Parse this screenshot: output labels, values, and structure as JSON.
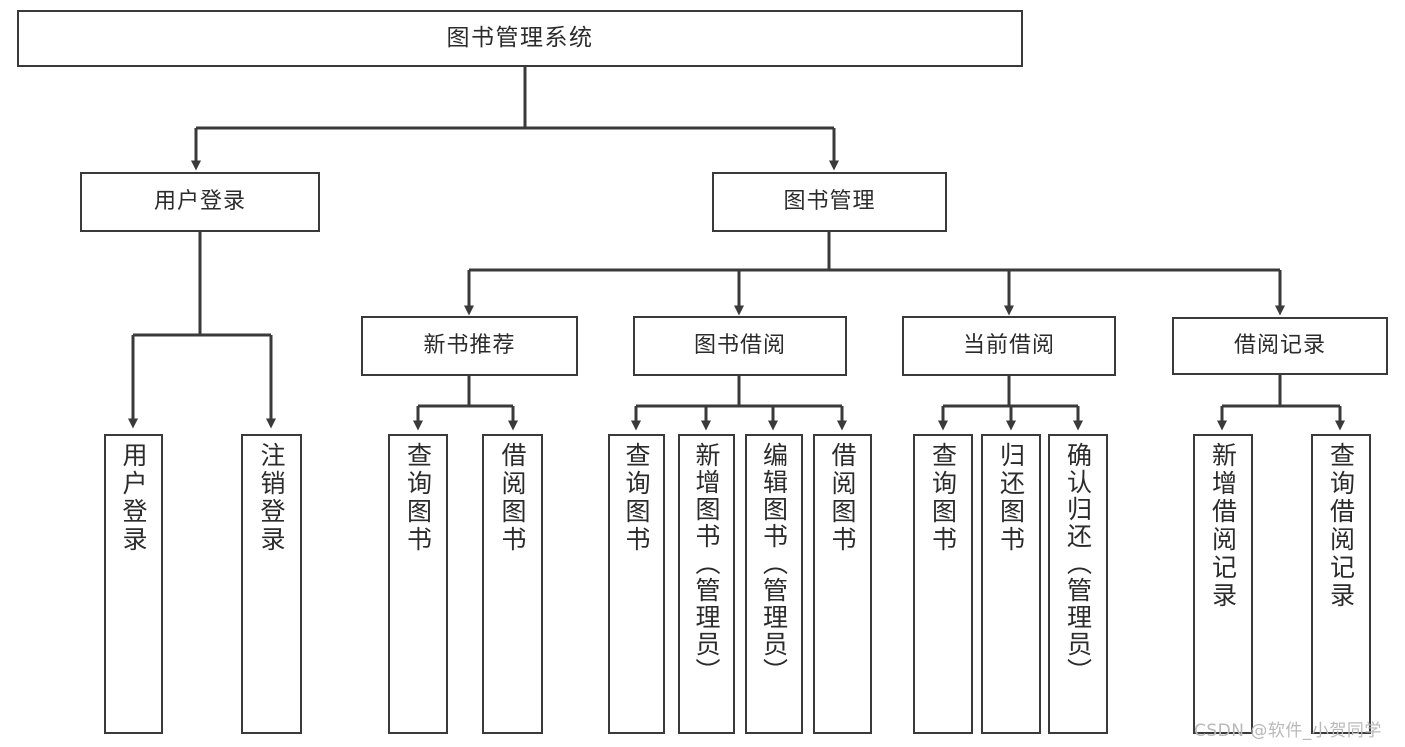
{
  "diagram": {
    "type": "tree-hierarchy-chart",
    "title": "图书管理系统",
    "watermark": "CSDN @软件_小贺同学",
    "colors": {
      "stroke": "#3a3a3a",
      "fill": "#ffffff",
      "text": "#2b2b2b",
      "watermark": "#b9b9b9",
      "background": "#ffffff"
    },
    "nodes": {
      "root": {
        "label": "图书管理系统"
      },
      "level1": [
        {
          "id": "user-login",
          "label": "用户登录"
        },
        {
          "id": "book-manage",
          "label": "图书管理"
        }
      ],
      "level2": [
        {
          "id": "new-book-rec",
          "label": "新书推荐"
        },
        {
          "id": "book-borrow",
          "label": "图书借阅"
        },
        {
          "id": "current-borrow",
          "label": "当前借阅"
        },
        {
          "id": "borrow-record",
          "label": "借阅记录"
        }
      ],
      "leaves": {
        "user_login": [
          {
            "id": "leaf-user-login",
            "label": "用户登录"
          },
          {
            "id": "leaf-logout",
            "label": "注销登录"
          }
        ],
        "new_book_rec": [
          {
            "id": "leaf-query-book-1",
            "label": "查询图书"
          },
          {
            "id": "leaf-borrow-book-1",
            "label": "借阅图书"
          }
        ],
        "book_borrow": [
          {
            "id": "leaf-query-book-2",
            "label": "查询图书"
          },
          {
            "id": "leaf-add-book",
            "label": "新增图书（管理员）"
          },
          {
            "id": "leaf-edit-book",
            "label": "编辑图书（管理员）"
          },
          {
            "id": "leaf-borrow-book-2",
            "label": "借阅图书"
          }
        ],
        "current_borrow": [
          {
            "id": "leaf-query-book-3",
            "label": "查询图书"
          },
          {
            "id": "leaf-return-book",
            "label": "归还图书"
          },
          {
            "id": "leaf-confirm-return",
            "label": "确认归还（管理员）"
          }
        ],
        "borrow_record": [
          {
            "id": "leaf-add-record",
            "label": "新增借阅记录"
          },
          {
            "id": "leaf-query-record",
            "label": "查询借阅记录"
          }
        ]
      }
    }
  }
}
